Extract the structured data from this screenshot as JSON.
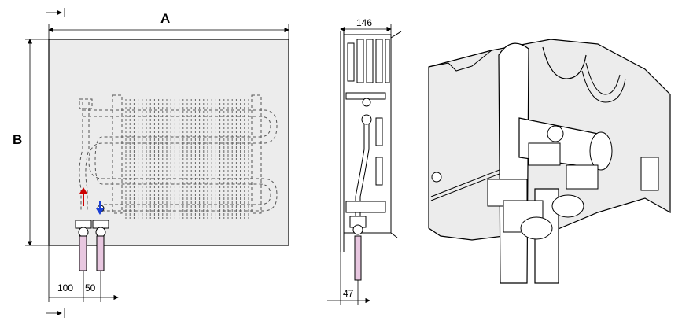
{
  "labels": {
    "width": "A",
    "height": "B",
    "offset_left": "100",
    "pipe_spacing": "50",
    "depth": "146",
    "pipe_offset": "47"
  },
  "colors": {
    "supply_arrow": "#cc0000",
    "return_arrow": "#1a3fd6",
    "pipe": "#e8c7e0"
  }
}
